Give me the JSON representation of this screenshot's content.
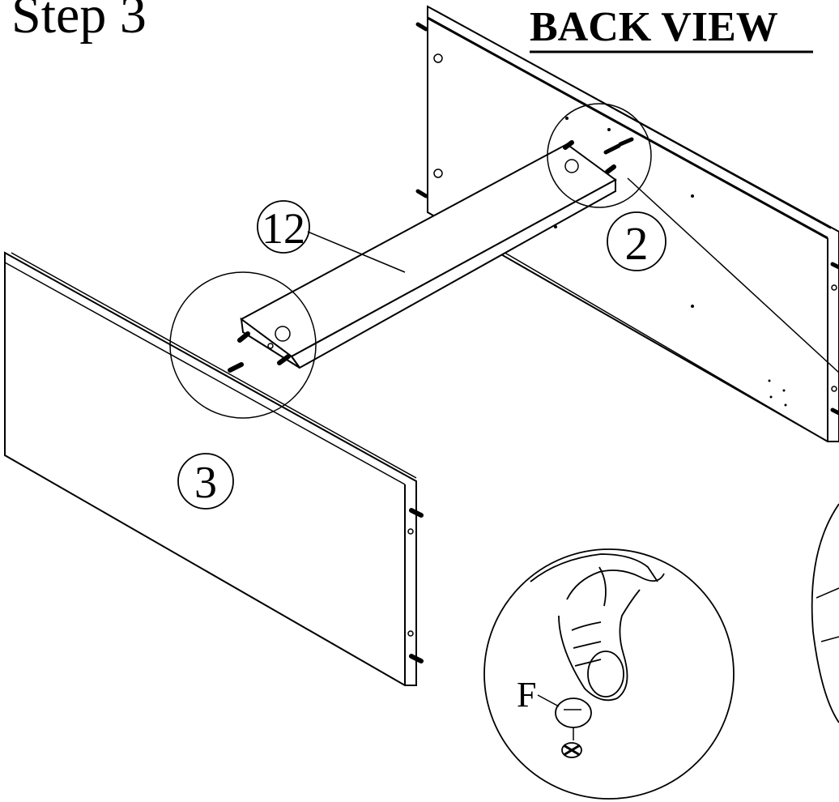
{
  "header": {
    "step_title": "Step 3",
    "view_label": "BACK VIEW"
  },
  "parts": {
    "back_panel": "2",
    "side_panel": "3",
    "rail": "12"
  },
  "hardware": {
    "cam_cover": "F"
  },
  "colors": {
    "line": "#000000",
    "background": "#ffffff"
  }
}
